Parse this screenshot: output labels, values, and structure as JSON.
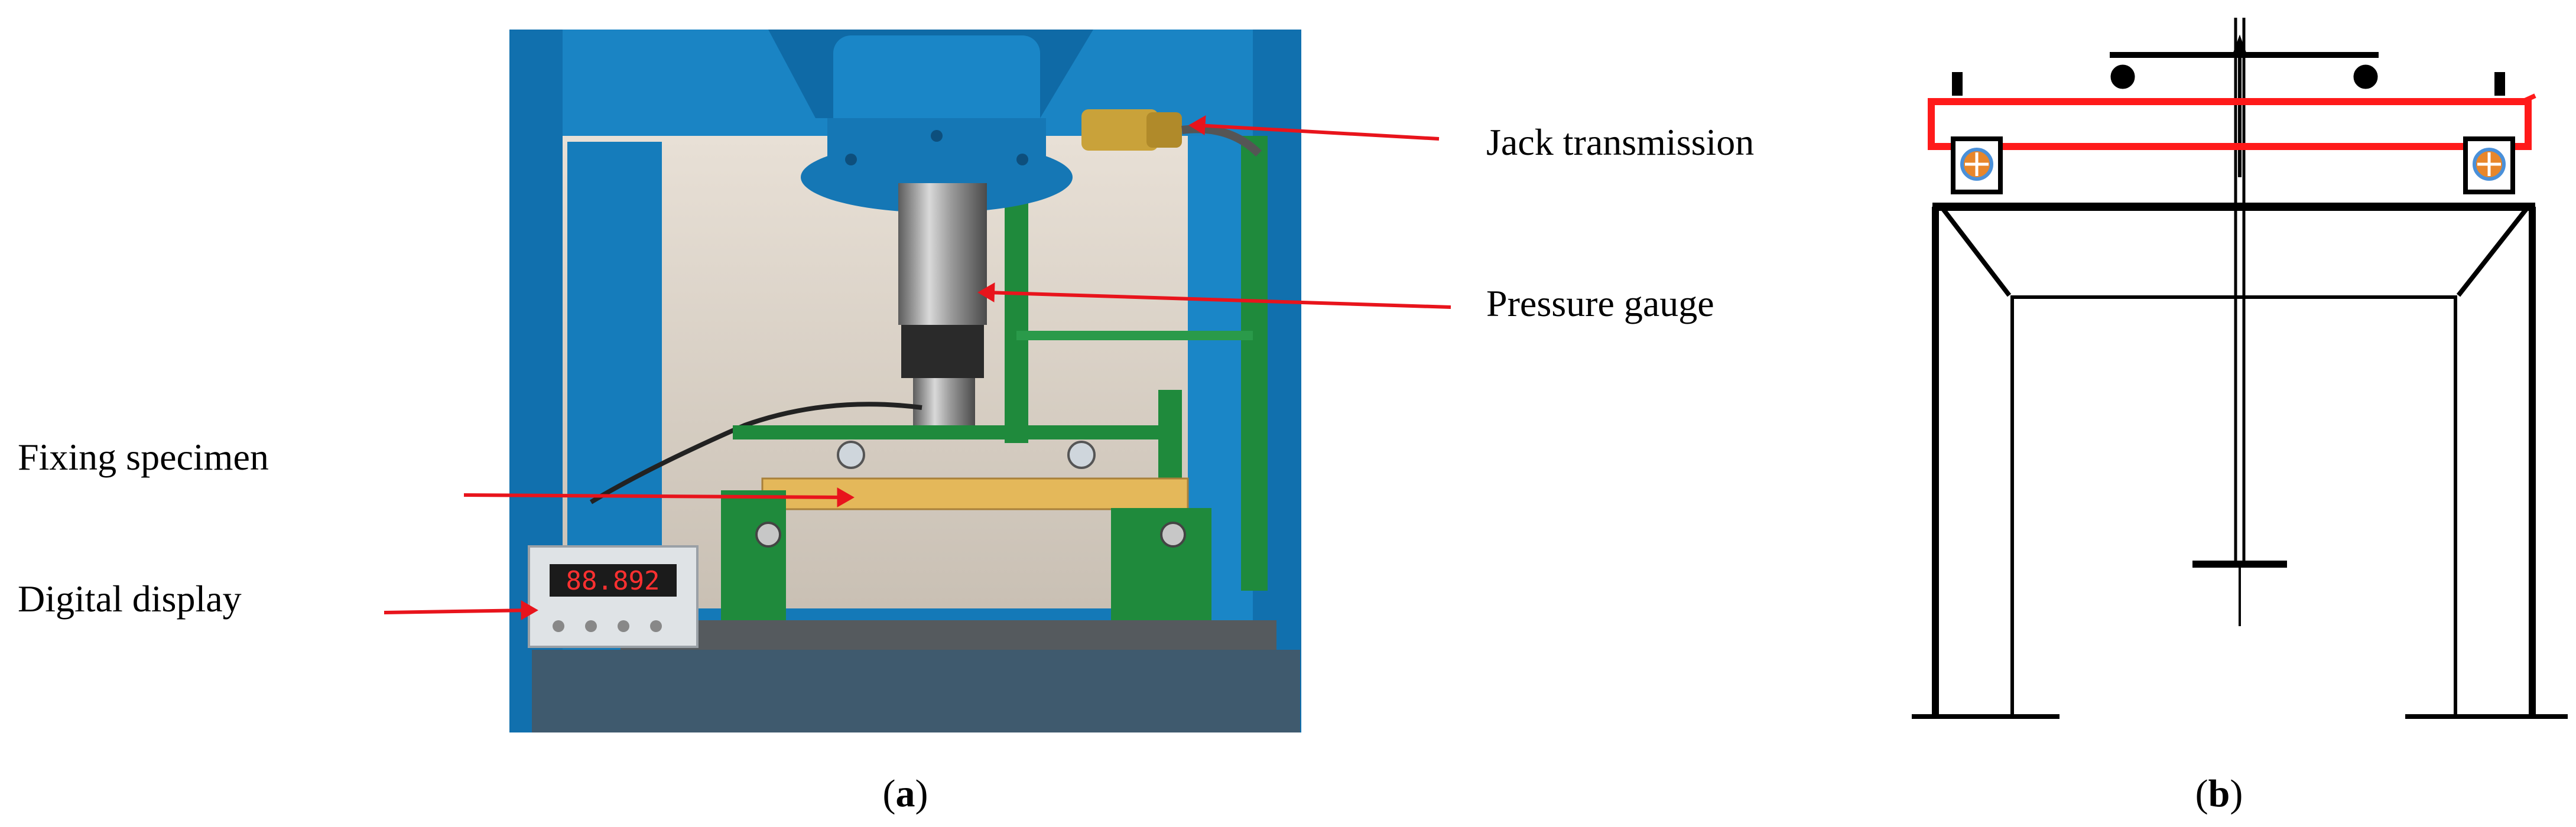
{
  "panel_a": {
    "caption_open": "(",
    "caption_letter": "a",
    "caption_close": ")",
    "labels": {
      "jack": "Jack transmission",
      "gauge": "Pressure gauge",
      "specimen": "Fixing specimen",
      "display": "Digital display"
    },
    "display_readout": "88.892"
  },
  "panel_b": {
    "caption_open": "(",
    "caption_letter": "b",
    "caption_close": ")"
  },
  "colors": {
    "arrow": "#e8141c",
    "highlight_beam": "#ff1a1a",
    "machine_blue": "#1479b8",
    "frame_green": "#1f8a3c",
    "specimen_yellow": "#e4b85a",
    "line_black": "#000000"
  }
}
